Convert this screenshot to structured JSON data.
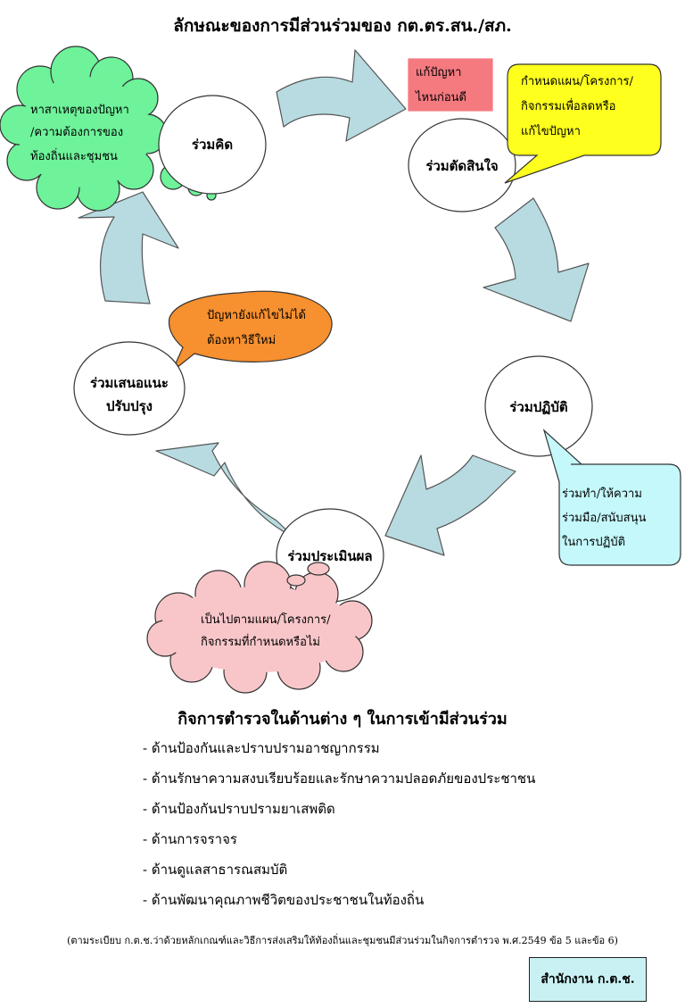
{
  "title": "ลักษณะของการมีส่วนร่วมของ กต.ตร.สน./สภ.",
  "colors": {
    "arrow": "#b7dbe0",
    "green_cloud": "#6ef29a",
    "yellow_callout": "#ffff1e",
    "pink_box": "#f47a80",
    "orange_callout": "#f7902f",
    "cyan_callout": "#c4f8fb",
    "pink_cloud": "#f8c6c9",
    "office_box": "#c9f1f3"
  },
  "cycle": {
    "think": "ร่วมคิด",
    "decide": "ร่วมตัดสินใจ",
    "act": "ร่วมปฏิบัติ",
    "evaluate": "ร่วมประเมินผล",
    "suggest_line1": "ร่วมเสนอแนะ",
    "suggest_line2": "ปรับปรุง"
  },
  "notes": {
    "green_cloud": [
      "หาสาเหตุของปัญหา",
      "/ความต้องการของ",
      "ท้องถิ่นและชุมชน"
    ],
    "pink_box": [
      "แก้ปัญหา",
      "ไหนก่อนดี"
    ],
    "yellow_callout": [
      "กำหนดแผน/โครงการ/",
      "กิจกรรมเพื่อลดหรือ",
      "แก้ไขปัญหา"
    ],
    "orange_callout": [
      "ปัญหายังแก้ไขไม่ได้",
      "ต้องหาวิธีใหม่"
    ],
    "cyan_callout": [
      "ร่วมทำ/ให้ความ",
      "ร่วมมือ/สนับสนุน",
      "ในการปฏิบัติ"
    ],
    "pink_cloud": [
      "เป็นไปตามแผน/โครงการ/",
      "กิจกรรมที่กำหนดหรือไม่"
    ]
  },
  "activities": {
    "title": "กิจการตำรวจในด้านต่าง ๆ ในการเข้ามีส่วนร่วม",
    "items": [
      "- ด้านป้องกันและปราบปรามอาชญากรรม",
      "- ด้านรักษาความสงบเรียบร้อยและรักษาความปลอดภัยของประชาชน",
      "- ด้านป้องกันปราบปรามยาเสพติด",
      "- ด้านการจราจร",
      "- ด้านดูแลสาธารณสมบัติ",
      "- ด้านพัฒนาคุณภาพชีวิตของประชาชนในท้องถิ่น"
    ]
  },
  "footnote": "(ตามระเบียบ ก.ต.ช.ว่าด้วยหลักเกณฑ์และวิธีการส่งเสริมให้ท้องถิ่นและชุมชนมีส่วนร่วมในกิจการตำรวจ พ.ศ.2549 ข้อ 5 และข้อ 6)",
  "office": "สำนักงาน ก.ต.ช."
}
